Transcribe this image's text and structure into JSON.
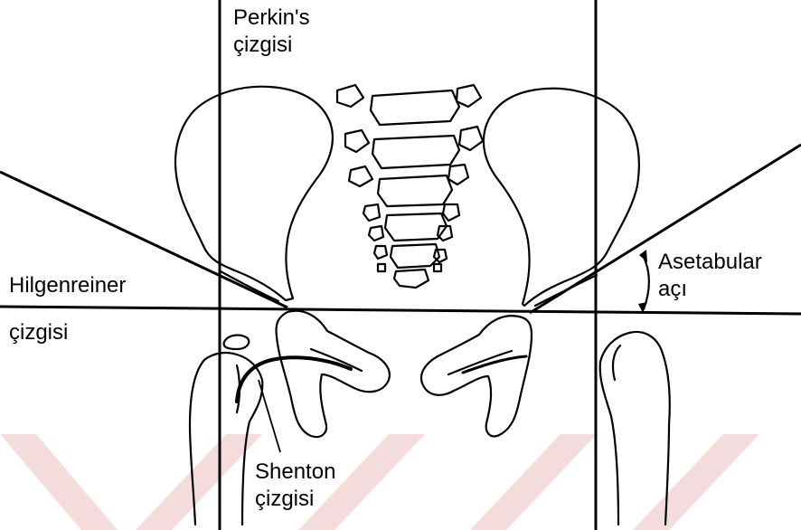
{
  "labels": {
    "perkins_line_1": "Perkin's",
    "perkins_line_2": "çizgisi",
    "hilgenreiner_line_1": "Hilgenreiner",
    "hilgenreiner_line_2": "çizgisi",
    "acetabular_line_1": "Asetabular",
    "acetabular_line_2": "açı",
    "shenton_line_1": "Shenton",
    "shenton_line_2": "çizgisi"
  },
  "colors": {
    "ink": "#000000",
    "paper": "#ffffff",
    "watermark": "#f2d3d3"
  }
}
